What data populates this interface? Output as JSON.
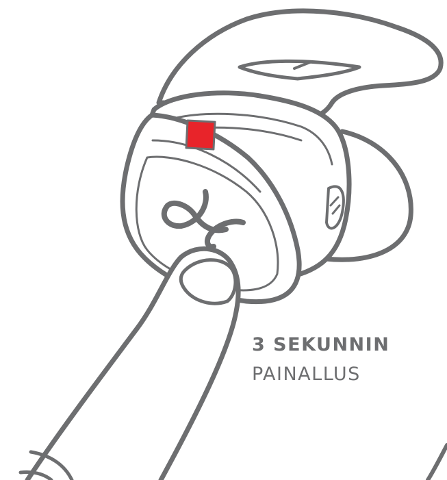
{
  "illustration": {
    "subject": "earbud-with-finger-pressing-button",
    "stroke_color": "#6d6e70",
    "fill_color": "#ffffff",
    "indicator_color": "#e8242a",
    "logo_icon": "brand-swirl-logo"
  },
  "caption": {
    "line1": "3 SEKUNNIN",
    "line2": "PAINALLUS",
    "color": "#6d6e70"
  }
}
